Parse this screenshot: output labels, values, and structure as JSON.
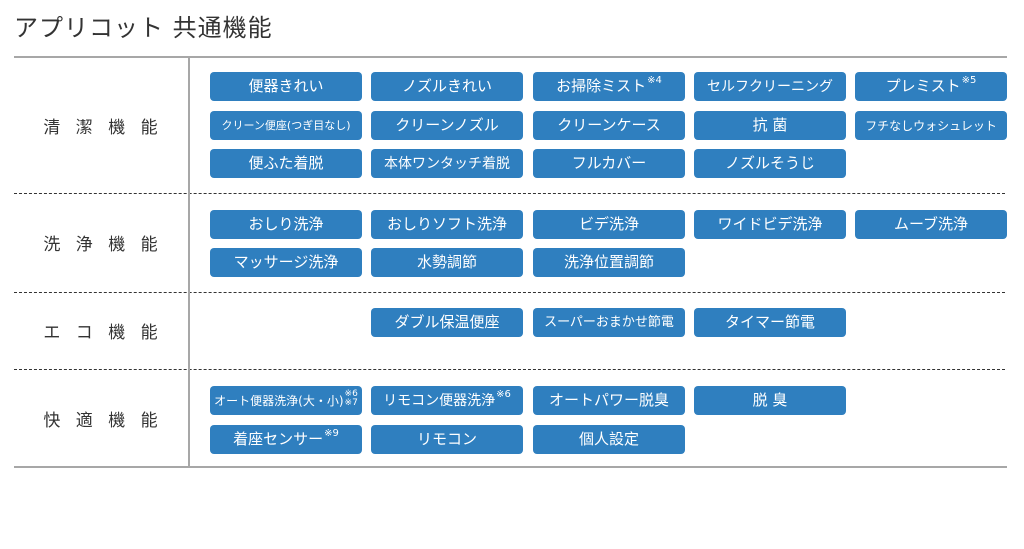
{
  "title": "アプリコット 共通機能",
  "rows": [
    {
      "label": "清 潔 機 能",
      "items": [
        {
          "label": "便器きれい"
        },
        {
          "label": "ノズルきれい"
        },
        {
          "label": "お掃除ミスト",
          "note": "※4"
        },
        {
          "label": "セルフクリーニング"
        },
        {
          "label": "プレミスト",
          "note": "※5"
        },
        {
          "label": "クリーン便座(つぎ目なし)"
        },
        {
          "label": "クリーンノズル"
        },
        {
          "label": "クリーンケース"
        },
        {
          "label": "抗 菌"
        },
        {
          "label": "フチなしウォシュレット"
        },
        {
          "label": "便ふた着脱"
        },
        {
          "label": "本体ワンタッチ着脱"
        },
        {
          "label": "フルカバー"
        },
        {
          "label": "ノズルそうじ"
        }
      ]
    },
    {
      "label": "洗 浄 機 能",
      "items": [
        {
          "label": "おしり洗浄"
        },
        {
          "label": "おしりソフト洗浄"
        },
        {
          "label": "ビデ洗浄"
        },
        {
          "label": "ワイドビデ洗浄"
        },
        {
          "label": "ムーブ洗浄"
        },
        {
          "label": "マッサージ洗浄"
        },
        {
          "label": "水勢調節"
        },
        {
          "label": "洗浄位置調節"
        }
      ]
    },
    {
      "label": "エ コ 機 能",
      "items": [
        {
          "label": "ダブル保温便座"
        },
        {
          "label": "スーパーおまかせ節電"
        },
        {
          "label": "タイマー節電"
        }
      ]
    },
    {
      "label": "快 適 機 能",
      "items": [
        {
          "label": "オート便器洗浄(大・小)",
          "note_top": "※6",
          "note_bottom": "※7"
        },
        {
          "label": "リモコン便器洗浄",
          "note": "※6"
        },
        {
          "label": "オートパワー脱臭"
        },
        {
          "label": "脱 臭"
        },
        {
          "label": "着座センサー",
          "note": "※9"
        },
        {
          "label": "リモコン"
        },
        {
          "label": "個人設定"
        }
      ]
    }
  ]
}
